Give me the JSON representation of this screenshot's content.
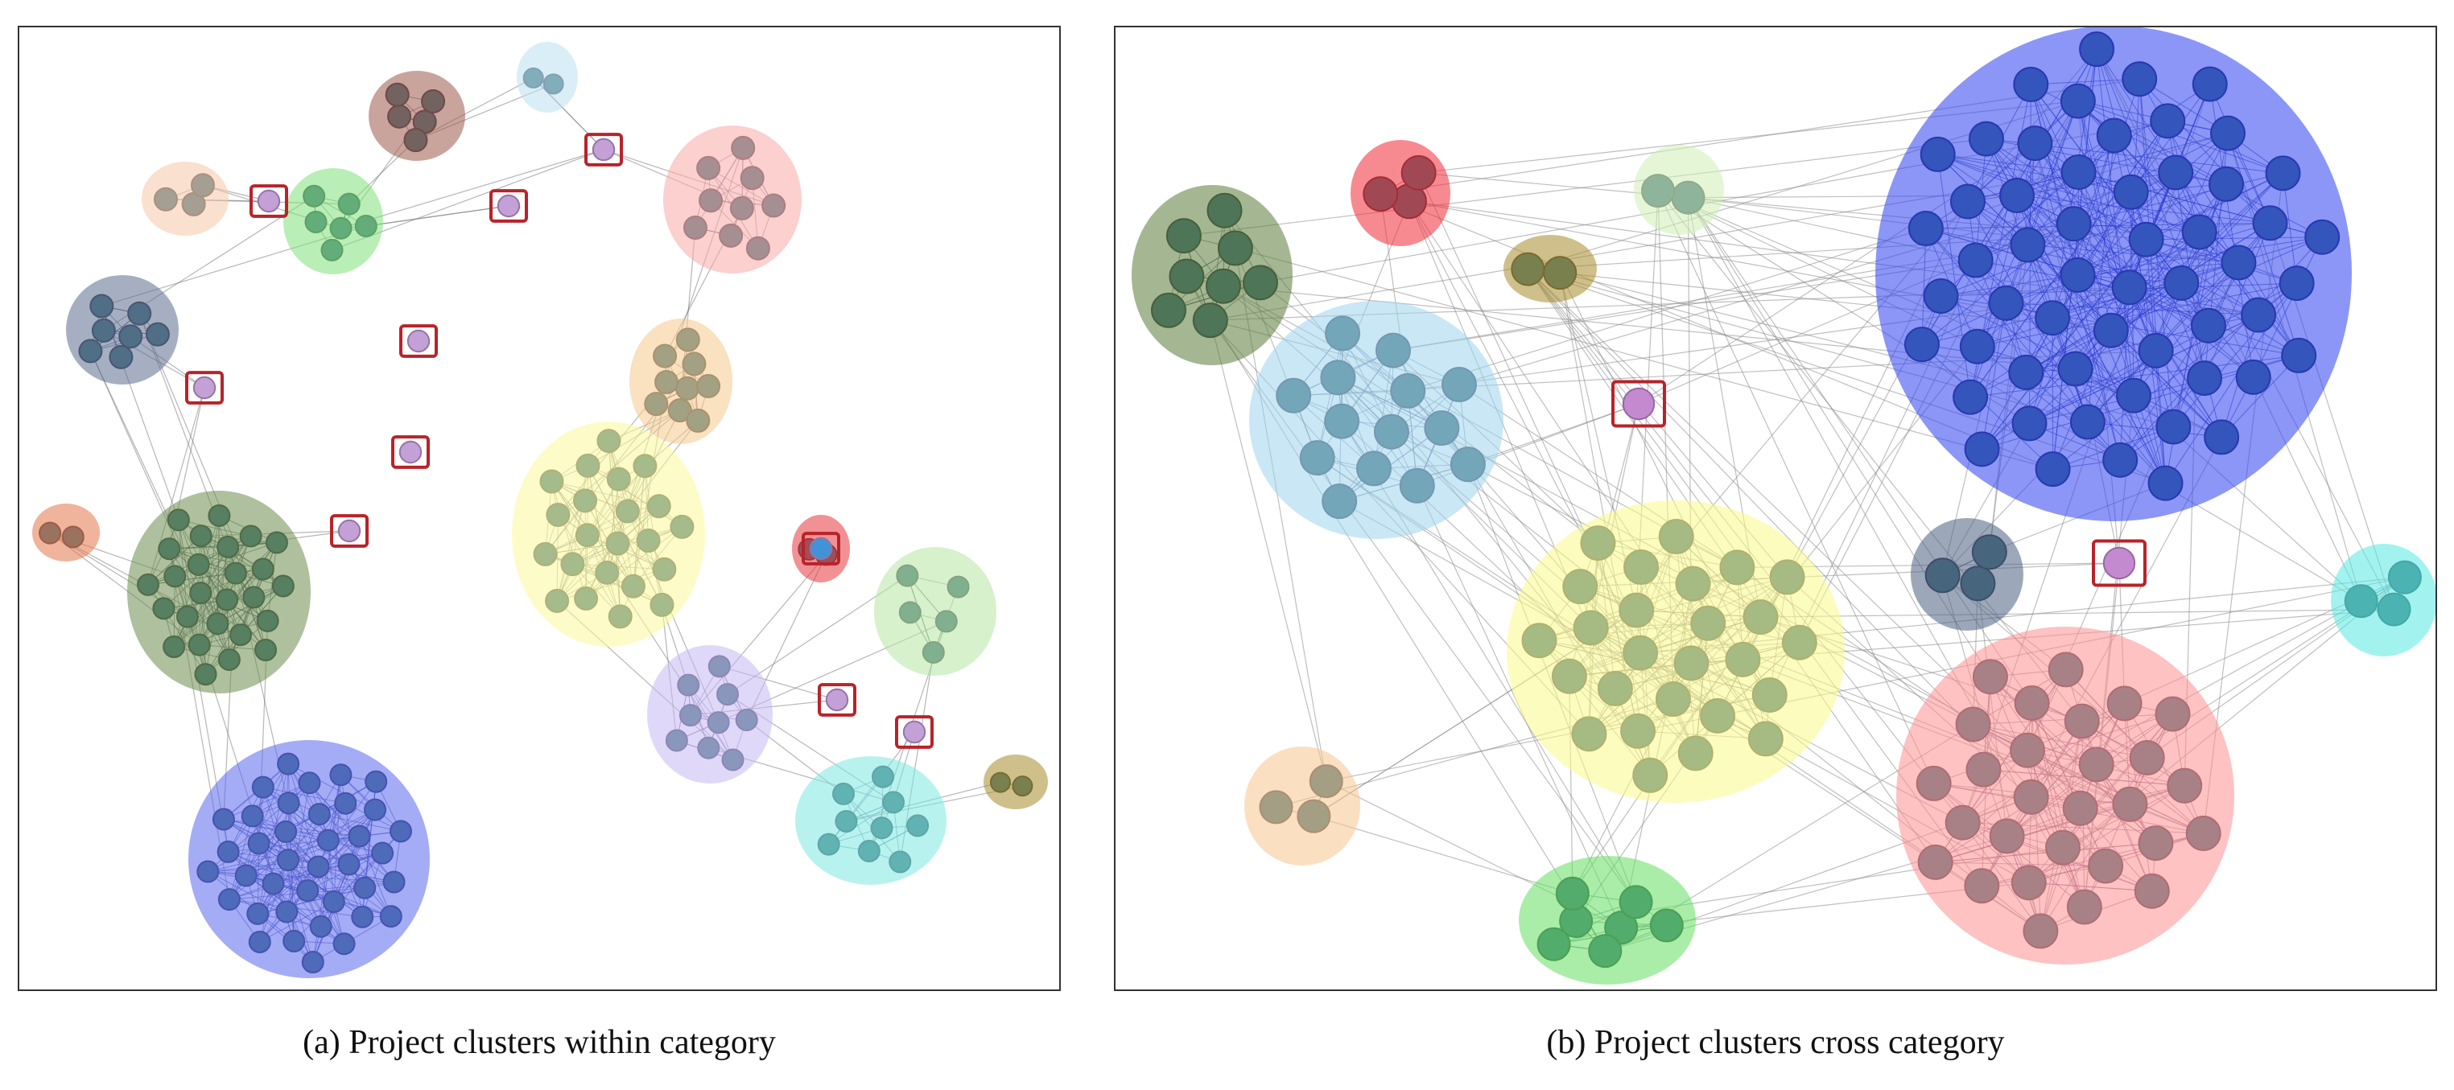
{
  "figure": {
    "panels": [
      {
        "id": "a",
        "caption": "(a) Project clusters within category",
        "edge_color": "#7a7a7a",
        "clusters": [
          {
            "color": "#f6c7a6",
            "nodes": 3
          },
          {
            "color": "#7fe07a",
            "nodes": 6
          },
          {
            "color": "#9b5a4d",
            "nodes": 5
          },
          {
            "color": "#b9e0f0",
            "nodes": 2
          },
          {
            "color": "#f8a9a8",
            "nodes": 9
          },
          {
            "color": "#5d6e8e",
            "nodes": 7
          },
          {
            "color": "#f5c98a",
            "nodes": 9
          },
          {
            "color": "#fbfa9a",
            "nodes": 22
          },
          {
            "color": "#e4754a",
            "nodes": 2
          },
          {
            "color": "#6b8c4c",
            "nodes": 26
          },
          {
            "color": "#e8373d",
            "nodes": 2
          },
          {
            "color": "#c7b8f4",
            "nodes": 9
          },
          {
            "color": "#b7e6a2",
            "nodes": 5
          },
          {
            "color": "#7de8e2",
            "nodes": 9
          },
          {
            "color": "#a88d2c",
            "nodes": 2
          },
          {
            "color": "#5a68ee",
            "nodes": 38
          }
        ],
        "highlighted_nodes": 10
      },
      {
        "id": "b",
        "caption": "(b) Project clusters cross category",
        "edge_color": "#8a8a8a",
        "clusters": [
          {
            "color": "#5b7a3b",
            "nodes": 8
          },
          {
            "color": "#f02a36",
            "nodes": 3
          },
          {
            "color": "#cfeeb6",
            "nodes": 2
          },
          {
            "color": "#a88d2c",
            "nodes": 2
          },
          {
            "color": "#2b3ff0",
            "nodes": 55
          },
          {
            "color": "#9fd3ee",
            "nodes": 14
          },
          {
            "color": "#fbfa8a",
            "nodes": 26
          },
          {
            "color": "#4d5f82",
            "nodes": 3
          },
          {
            "color": "#f7c58e",
            "nodes": 3
          },
          {
            "color": "#62de61",
            "nodes": 7
          },
          {
            "color": "#fd8f92",
            "nodes": 28
          },
          {
            "color": "#56eae2",
            "nodes": 3
          }
        ],
        "highlighted_nodes": 2
      }
    ]
  }
}
